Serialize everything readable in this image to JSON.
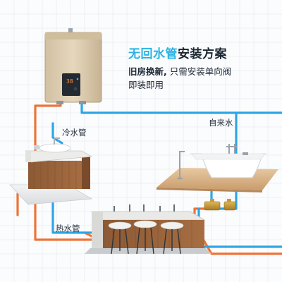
{
  "title": {
    "highlight": "无回水管",
    "rest": "安装方案"
  },
  "subtitle": {
    "line1_strong": "旧房换新,",
    "line1_rest": " 只需安装单向阀",
    "line2": "即装即用"
  },
  "labels": {
    "cold_pipe": "冷水管",
    "hot_pipe": "热水管",
    "tap_water": "自来水"
  },
  "colors": {
    "cold_pipe": "#2ea6e6",
    "hot_pipe": "#ee7338",
    "title_accent": "#29b4e4"
  },
  "icons": [
    "water-heater-icon",
    "wash-basin-icon",
    "bathtub-icon",
    "kitchen-island-icon",
    "check-valve-icon"
  ]
}
